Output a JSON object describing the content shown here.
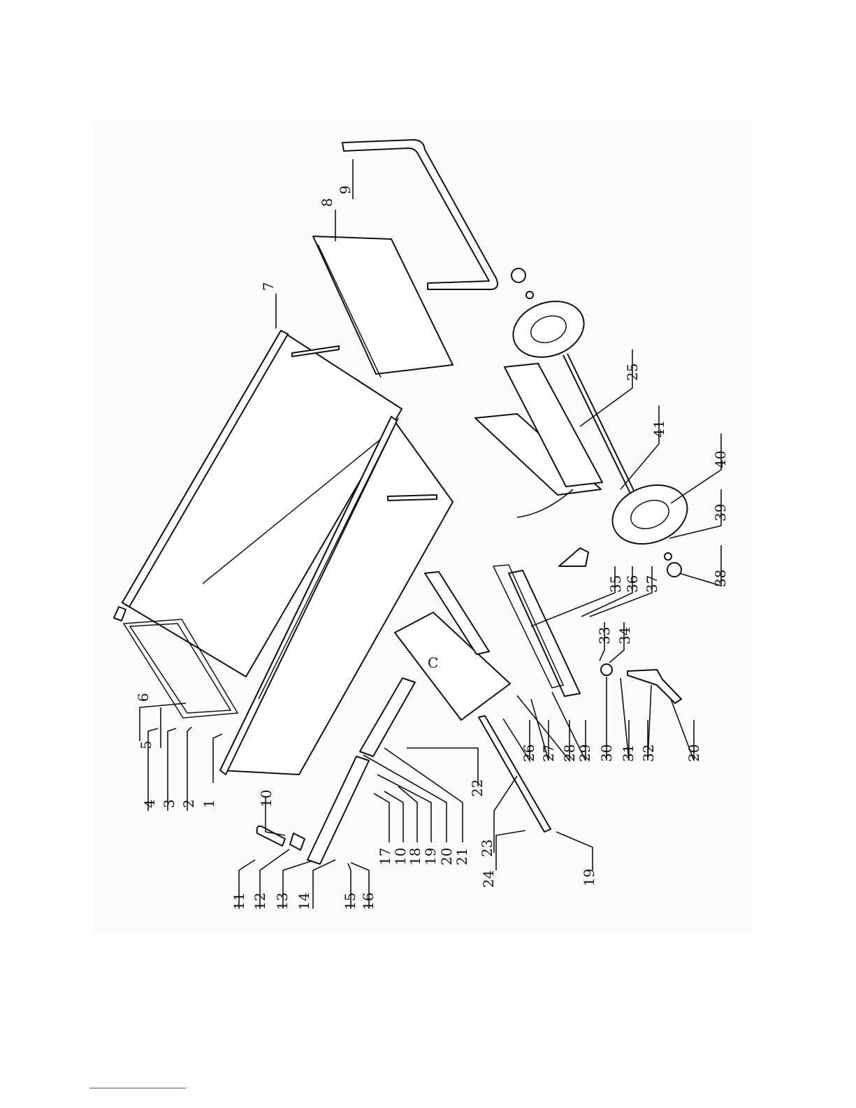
{
  "callouts": [
    {
      "label": "1"
    },
    {
      "label": "2"
    },
    {
      "label": "3"
    },
    {
      "label": "4"
    },
    {
      "label": "5"
    },
    {
      "label": "6"
    },
    {
      "label": "7"
    },
    {
      "label": "8"
    },
    {
      "label": "9"
    },
    {
      "label": "10"
    },
    {
      "label": "11"
    },
    {
      "label": "12"
    },
    {
      "label": "13"
    },
    {
      "label": "14"
    },
    {
      "label": "15"
    },
    {
      "label": "16"
    },
    {
      "label": "17"
    },
    {
      "label": "10"
    },
    {
      "label": "18"
    },
    {
      "label": "19"
    },
    {
      "label": "20"
    },
    {
      "label": "21"
    },
    {
      "label": "22"
    },
    {
      "label": "23"
    },
    {
      "label": "24"
    },
    {
      "label": "19"
    },
    {
      "label": "26"
    },
    {
      "label": "27"
    },
    {
      "label": "28"
    },
    {
      "label": "29"
    },
    {
      "label": "30"
    },
    {
      "label": "31"
    },
    {
      "label": "32"
    },
    {
      "label": "20"
    },
    {
      "label": "33"
    },
    {
      "label": "34"
    },
    {
      "label": "35"
    },
    {
      "label": "36"
    },
    {
      "label": "37"
    },
    {
      "label": "38"
    },
    {
      "label": "39"
    },
    {
      "label": "40"
    },
    {
      "label": "41"
    },
    {
      "label": "25"
    }
  ],
  "part_marker": "C"
}
